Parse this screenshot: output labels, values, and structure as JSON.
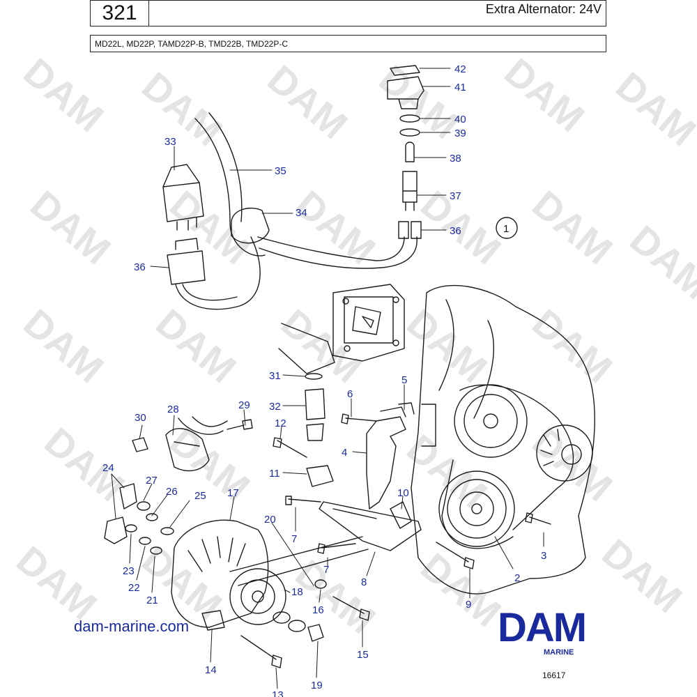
{
  "header": {
    "page_number": "321",
    "title": "Extra Alternator: 24V",
    "models": "MD22L, MD22P, TAMD22P-B, TMD22B, TMD22P-C"
  },
  "diagram": {
    "view_marker": "1",
    "callouts": [
      "42",
      "41",
      "40",
      "39",
      "38",
      "37",
      "36",
      "35",
      "34",
      "33",
      "36",
      "31",
      "32",
      "6",
      "5",
      "30",
      "28",
      "29",
      "12",
      "4",
      "11",
      "24",
      "27",
      "26",
      "25",
      "17",
      "10",
      "20",
      "7",
      "3",
      "7",
      "8",
      "2",
      "23",
      "22",
      "21",
      "18",
      "16",
      "9",
      "14",
      "15",
      "19",
      "13"
    ],
    "callout_color": "#1a2a9c",
    "line_color": "#1b1b1b"
  },
  "watermark": {
    "text": "DAM",
    "color": "#e4e4e4"
  },
  "footer": {
    "site": "dam-marine.com",
    "brand": "DAM",
    "brand_sub": "MARINE",
    "brand_color": "#1a2a9c",
    "drawing_number": "16617"
  }
}
